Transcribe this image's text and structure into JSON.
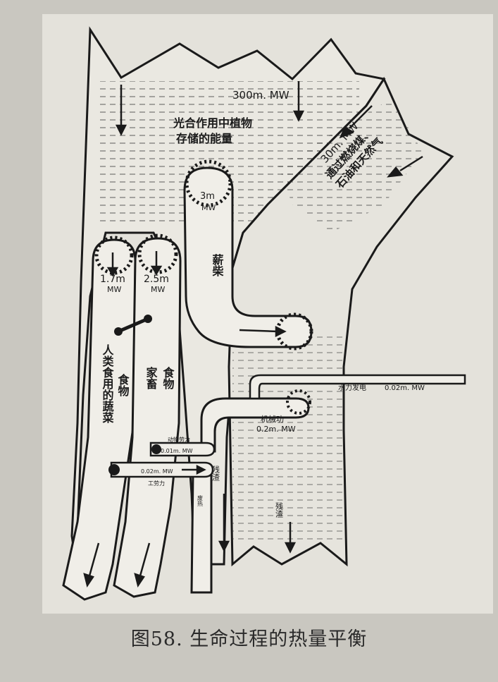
{
  "caption": "图58. 生命过程的热量平衡",
  "main": {
    "value": "300m. MW",
    "desc_line1": "光合作用中植物",
    "desc_line2": "存储的能量"
  },
  "fossil": {
    "value": "30m. MW",
    "line1": "通过燃烧煤、",
    "line2": "石油和天然气"
  },
  "firewood": {
    "value_top": "3m",
    "value_bottom": "MW",
    "label": "薪柴"
  },
  "human_food": {
    "value_top": "1.7m",
    "value_bottom": "MW",
    "label_col1": "人类食用的蔬菜",
    "label_col2": "食物"
  },
  "livestock": {
    "value_top": "2.5m",
    "value_bottom": "MW",
    "label_col1": "家畜",
    "label_col2": "食物"
  },
  "hydro": {
    "label": "水力发电",
    "value": "0.02m. MW"
  },
  "machine": {
    "line1": "机械功",
    "line2": "0.2m. MW"
  },
  "animal_power": {
    "label": "动物劳力",
    "value": "0.01m. MW"
  },
  "human_labor": {
    "value": "0.02m. MW",
    "label": "工劳力"
  },
  "waste_residue_1": "残渣",
  "waste_residue_2": "残渣",
  "waste_body": "废热"
}
